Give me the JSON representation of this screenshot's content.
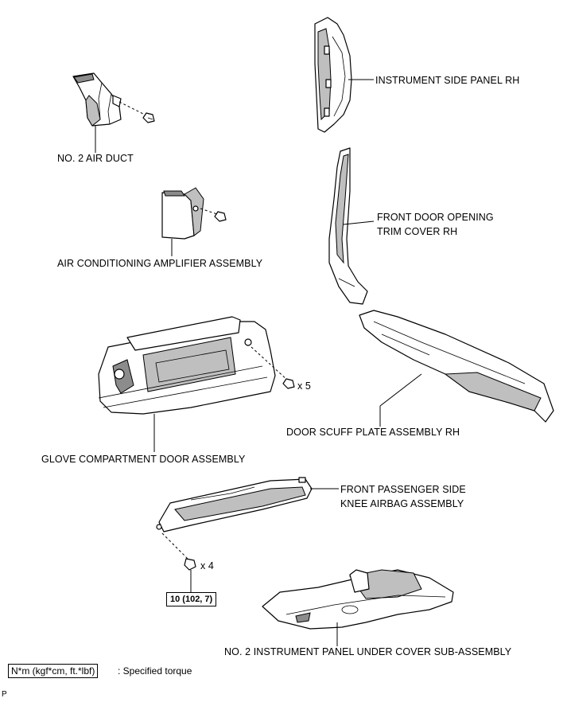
{
  "labels": {
    "instrument_side_panel": "INSTRUMENT SIDE PANEL RH",
    "no2_air_duct": "NO. 2 AIR DUCT",
    "front_door_trim_line1": "FRONT DOOR OPENING",
    "front_door_trim_line2": "TRIM COVER RH",
    "ac_amplifier": "AIR CONDITIONING AMPLIFIER ASSEMBLY",
    "glove_qty": "x 5",
    "door_scuff_plate": "DOOR SCUFF PLATE ASSEMBLY RH",
    "glove_compartment": "GLOVE COMPARTMENT DOOR ASSEMBLY",
    "knee_airbag_line1": "FRONT PASSENGER SIDE",
    "knee_airbag_line2": "KNEE AIRBAG ASSEMBLY",
    "airbag_qty": "x 4",
    "torque_value": "10 (102, 7)",
    "under_cover": "NO. 2 INSTRUMENT PANEL UNDER COVER SUB-ASSEMBLY"
  },
  "legend": {
    "box_text": "N*m (kgf*cm, ft.*lbf)",
    "description": ": Specified torque"
  },
  "corner_mark": "P"
}
